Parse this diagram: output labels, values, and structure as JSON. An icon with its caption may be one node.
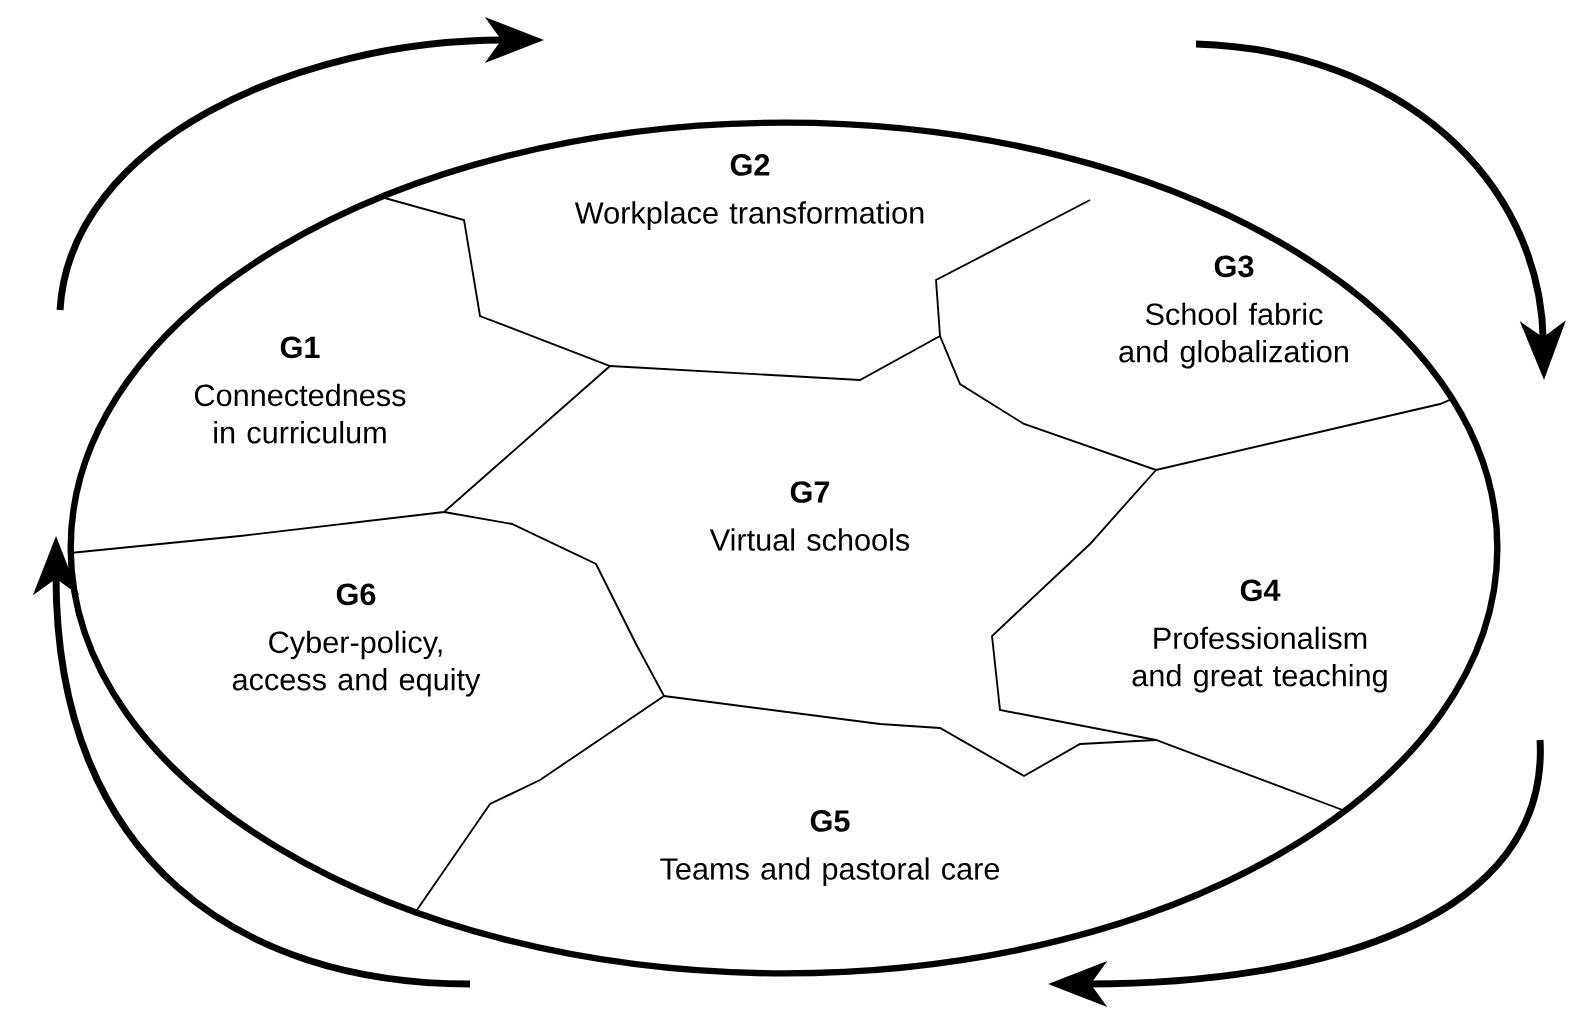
{
  "diagram": {
    "nodes": [
      {
        "text": [],
        "shape": "ellipse"
      },
      {
        "text": [
          "G2",
          "Workplace transformation"
        ],
        "in": 0
      },
      {
        "text": [
          "G3",
          "School fabric and globalization"
        ],
        "in": 0
      },
      {
        "text": [
          "G1",
          "Connectedness in curriculum"
        ],
        "in": 0
      },
      {
        "text": [
          "G7",
          "Virtual schools"
        ],
        "in": 0
      },
      {
        "text": [
          "G4",
          "Professionalism and great teaching"
        ],
        "in": 0
      },
      {
        "text": [
          "G6",
          "Cyber-policy, access and equity"
        ],
        "in": 0
      },
      {
        "text": [
          "G5",
          "Teams and pastoral care"
        ],
        "in": 0
      }
    ]
  }
}
